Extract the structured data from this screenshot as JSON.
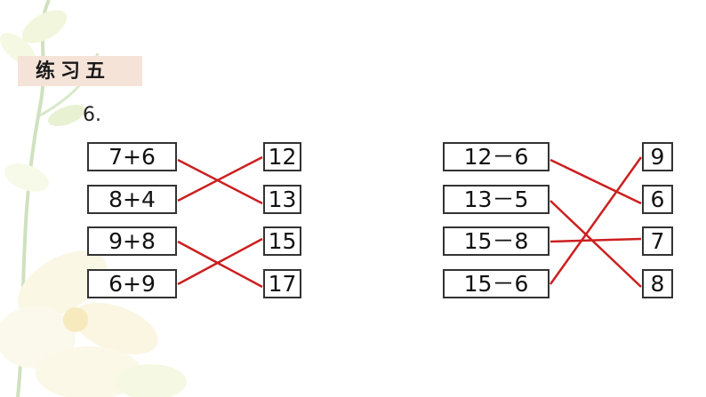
{
  "title": "练习五",
  "question_number": "6.",
  "left_group": {
    "expressions": [
      "7+6",
      "8+4",
      "9+8",
      "6+9"
    ],
    "answers": [
      "12",
      "13",
      "15",
      "17"
    ],
    "connections": [
      [
        0,
        1
      ],
      [
        1,
        0
      ],
      [
        2,
        3
      ],
      [
        3,
        2
      ]
    ]
  },
  "right_group": {
    "expressions": [
      "12－6",
      "13－5",
      "15－8",
      "15－6"
    ],
    "answers": [
      "9",
      "6",
      "7",
      "8"
    ],
    "connections": [
      [
        0,
        1
      ],
      [
        1,
        3
      ],
      [
        2,
        2
      ],
      [
        3,
        0
      ]
    ]
  },
  "colors": {
    "line": "#cc1f1f",
    "banner": "#f6e3d8",
    "border": "#333333"
  }
}
